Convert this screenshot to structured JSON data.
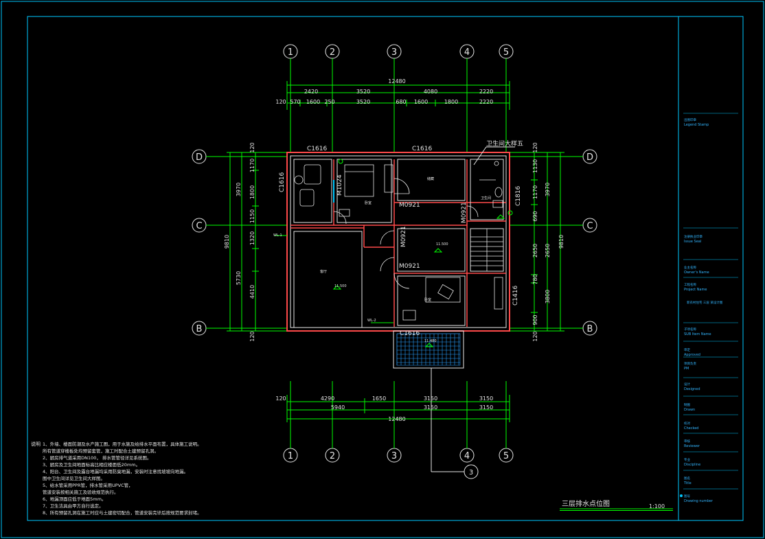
{
  "grid_top": [
    "1",
    "2",
    "3",
    "4",
    "5"
  ],
  "grid_bottom": [
    "1",
    "2",
    "3",
    "4",
    "5"
  ],
  "grid_left": [
    "D",
    "C",
    "B"
  ],
  "grid_right": [
    "D",
    "C",
    "B"
  ],
  "dims_top": {
    "total": "12480",
    "row2": [
      "2420",
      "3520",
      "4080",
      "2220"
    ],
    "row3": [
      "120",
      "570",
      "1600",
      "250",
      "3520",
      "680",
      "1600",
      "1800",
      "2220"
    ]
  },
  "dims_bottom": {
    "row1": [
      "120",
      "4290",
      "1650",
      "3150",
      "3150"
    ],
    "row2": [
      "5940",
      "3150",
      "3150"
    ],
    "total": "12480"
  },
  "dims_left": [
    "120",
    "1170",
    "3970",
    "1800",
    "1150",
    "1320",
    "9810",
    "5730",
    "4410",
    "120"
  ],
  "dims_right": [
    "120",
    "1130",
    "3970",
    "1170",
    "690",
    "2650",
    "2650",
    "780",
    "3800",
    "900",
    "9810",
    "120"
  ],
  "window_labels": [
    "C1616",
    "C1616",
    "C1616",
    "C1816",
    "C1416",
    "C1616"
  ],
  "door_labels": [
    "M1024",
    "M0921",
    "M0921",
    "M0921",
    "M0921"
  ],
  "callout": "卫生间大样五",
  "section_marker": "3",
  "notes_heading": "说明",
  "notes": [
    "1、外墙、楼面防潮及水产施工图，用于水施及给排水平面布置，具体施工说明。",
    "   所有管道穿楼板处均预留套管，施工时配合土建预留孔洞。",
    "2、厨房排气道采用DN100，                 排水管管径详见系统图。",
    "3、厨房及卫生间地面标高比相应楼面低20mm。",
    "4、阳台、卫生间及露台地漏均采用防臭地漏，安装时注意找坡坡向地漏。",
    "   图中卫生间详见卫生间大样图。",
    "5、给水管采用PPR管，排水管采用UPVC管，",
    "   管道安装按相关施工及验收规范执行。",
    "6、地漏顶面应低于地面5mm。",
    "7、卫生洁具由甲方自行选定。",
    "8、所有预留孔洞在施工时应与土建密切配合，管道安装完毕后按规范要求封堵。"
  ],
  "title_block": {
    "fields": [
      {
        "cn": "出图印章",
        "en": "Legend Stamp"
      },
      {
        "cn": "注册执业印章",
        "en": "Issue Seal"
      },
      {
        "cn": "业主名称",
        "en": "Owner's Name"
      },
      {
        "cn": "工程名称",
        "en": "Project Name"
      },
      {
        "cn": "子项名称",
        "en": "SUB Item Name"
      },
      {
        "cn": "审定",
        "en": "Approved"
      },
      {
        "cn": "项目负责",
        "en": "PM"
      },
      {
        "cn": "设计",
        "en": "Designed"
      },
      {
        "cn": "制图",
        "en": "Drawn"
      },
      {
        "cn": "校对",
        "en": "Checked"
      },
      {
        "cn": "审核",
        "en": "Reviewer"
      },
      {
        "cn": "专业",
        "en": "Discipline"
      },
      {
        "cn": "图名",
        "en": "Title"
      },
      {
        "cn": "图号",
        "en": "Drawing number"
      }
    ],
    "project_value": "新农村住宅 三层 某设计图"
  },
  "drawing_title": "三层排水点位图",
  "scale": "1:100"
}
